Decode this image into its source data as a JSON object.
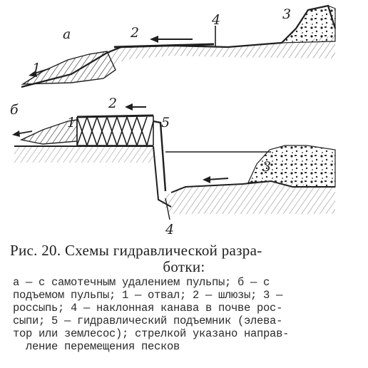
{
  "labels": {
    "scheme_a": "а",
    "scheme_b": "б",
    "n1": "1",
    "n2": "2",
    "n3": "3",
    "n4": "4",
    "n5": "5"
  },
  "caption": {
    "title_line1": "Рис. 20.  Схемы  гидравлической  разра-",
    "title_line2": "ботки:",
    "legend_lines": [
      "а — с самотечным удалением пульпы; б — с",
      "подъемом пульпы; 1 — отвал; 2 — шлюзы; 3 —",
      "россыпь; 4 — наклонная канава в почве рос-",
      "сыпи; 5 — гидравлический подъемник (элева-",
      "тор или землесос); стрелкой указано направ-",
      "ление перемещения песков"
    ]
  },
  "colors": {
    "ink": "#1f1f1f",
    "paper": "#ffffff"
  }
}
